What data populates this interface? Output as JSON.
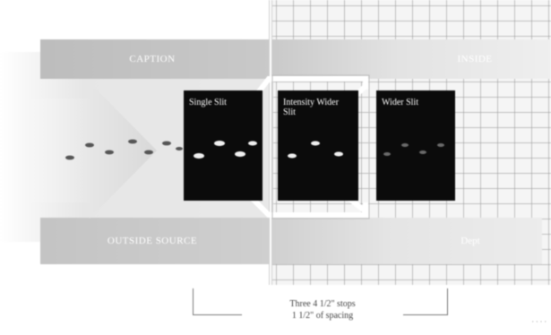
{
  "diagram": {
    "top_bar": {
      "left_label": "CAPTION",
      "right_label": "INSIDE"
    },
    "bottom_bar": {
      "left_label": "OUTSIDE SOURCE",
      "right_label": "Dept"
    },
    "panels": [
      {
        "label": "Single Slit"
      },
      {
        "label": "Intensity Wider Slit"
      },
      {
        "label": "Wider Slit"
      }
    ],
    "bracket_label": "Three 4 1/2\" stops\n1 1/2\" of spacing",
    "corner_text": "· · · ·"
  },
  "colors": {
    "panel": "#0b0b0b",
    "bar": "#c4c4c4",
    "grid_line": "#969696",
    "background": "#ffffff"
  }
}
